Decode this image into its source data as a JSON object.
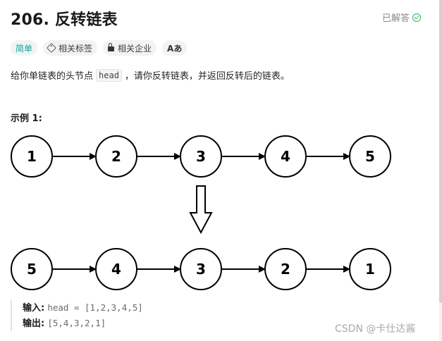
{
  "problem": {
    "title": "206. 反转链表",
    "status": "已解答"
  },
  "tags": {
    "difficulty": "简单",
    "related_tags": "相关标签",
    "related_companies": "相关企业",
    "translate_icon": "Aあ"
  },
  "description": {
    "before": "给你单链表的头节点",
    "code": "head",
    "after": "，请你反转链表，并返回反转后的链表。"
  },
  "example": {
    "label": "示例 1:",
    "input_list": [
      "1",
      "2",
      "3",
      "4",
      "5"
    ],
    "output_list": [
      "5",
      "4",
      "3",
      "2",
      "1"
    ],
    "input_label": "输入:",
    "input_value": "head = [1,2,3,4,5]",
    "output_label": "输出:",
    "output_value": "[5,4,3,2,1]"
  },
  "watermark": "CSDN @卡仕达酱",
  "colors": {
    "accent_easy": "#16a39a",
    "solved_check": "#2db55d"
  }
}
